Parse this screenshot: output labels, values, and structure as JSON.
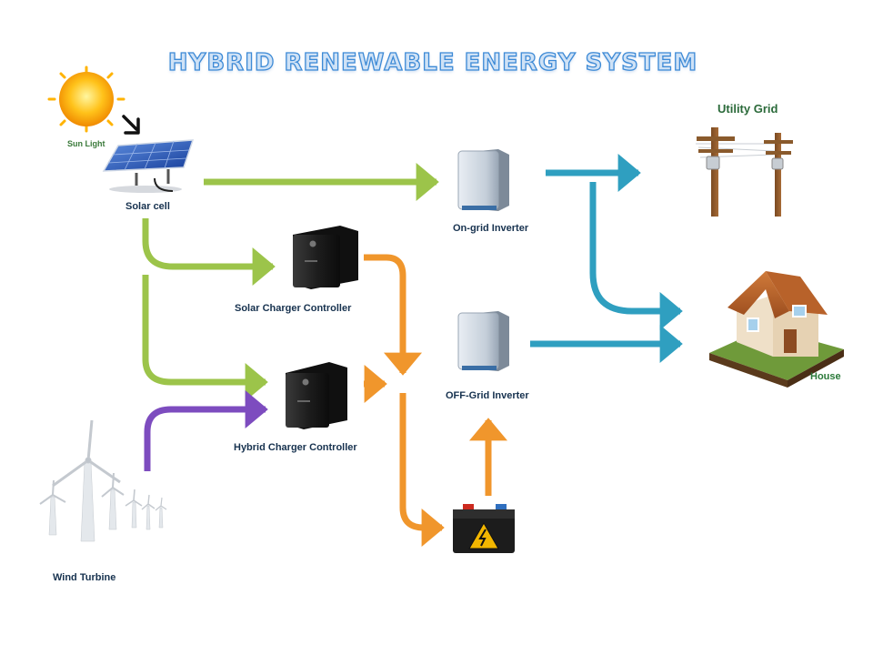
{
  "title": "HYBRID RENEWABLE ENERGY SYSTEM",
  "labels": {
    "sun_light": "Sun Light",
    "solar_cell": "Solar cell",
    "solar_charger": "Solar Charger Controller",
    "hybrid_charger": "Hybrid Charger Controller",
    "on_grid_inverter": "On-grid Inverter",
    "off_grid_inverter": "OFF-Grid Inverter",
    "utility_grid": "Utility Grid",
    "house": "House",
    "wind_turbine": "Wind Turbine"
  },
  "icons": {
    "sun": "sun-icon",
    "solar_panel": "solar-panel-icon",
    "ups": "charger-controller-icon",
    "inverter": "inverter-icon",
    "pole": "utility-pole-icon",
    "house": "house-icon",
    "battery": "battery-icon",
    "wind": "wind-turbine-icon"
  },
  "colors": {
    "title_fill": "#cfe2f6",
    "title_stroke": "#3d8ad6",
    "arrow_green": "#9cc44a",
    "arrow_orange": "#f0962c",
    "arrow_teal": "#2f9fc0",
    "arrow_purple": "#7d4cbf"
  }
}
